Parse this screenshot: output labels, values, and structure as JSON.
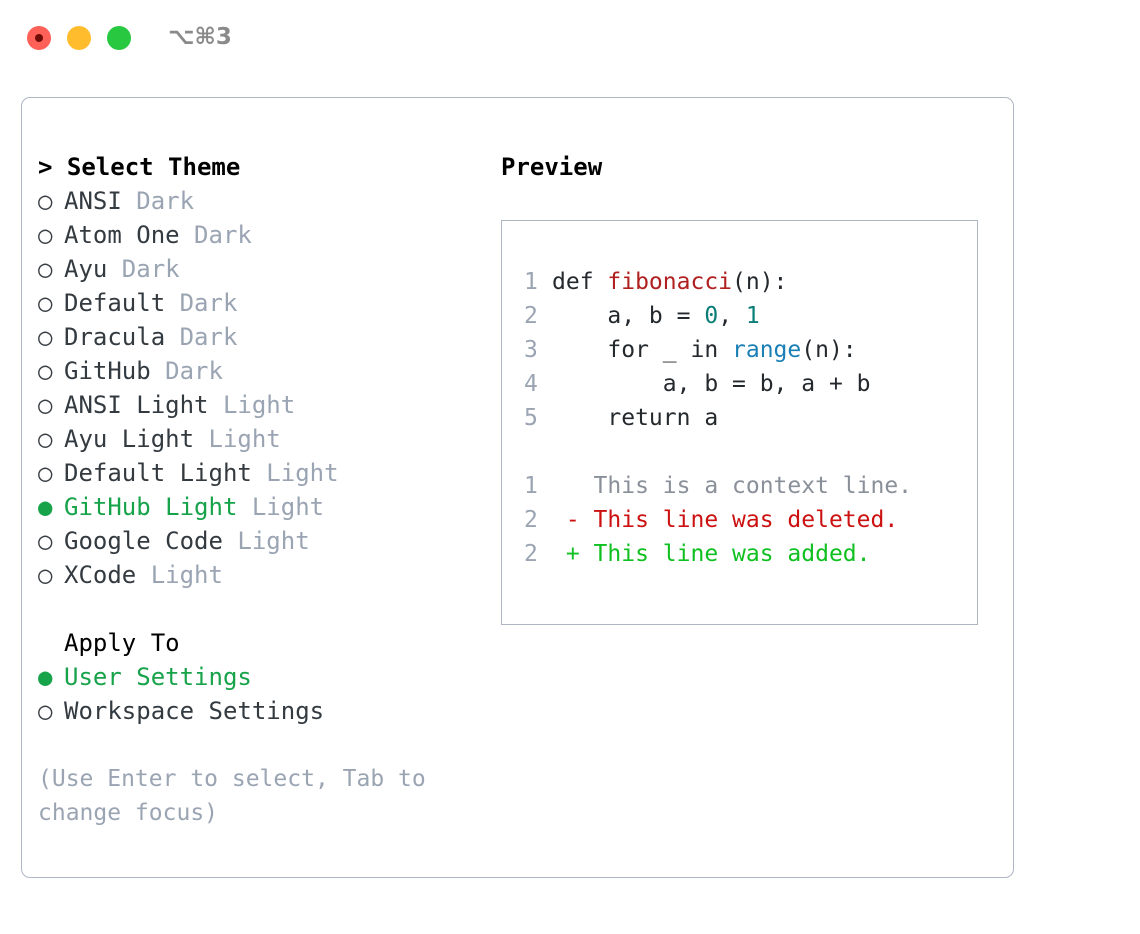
{
  "titlebar": {
    "shortcut": "⌥⌘3",
    "buttons": {
      "close": "close",
      "minimize": "minimize",
      "maximize": "maximize"
    }
  },
  "theme_picker": {
    "header": "> Select Theme",
    "bullet_unselected": "○",
    "bullet_selected": "●",
    "options": [
      {
        "mark": "○",
        "name": "ANSI",
        "tag": "Dark",
        "selected": false
      },
      {
        "mark": "○",
        "name": "Atom One",
        "tag": "Dark",
        "selected": false
      },
      {
        "mark": "○",
        "name": "Ayu",
        "tag": "Dark",
        "selected": false
      },
      {
        "mark": "○",
        "name": "Default",
        "tag": "Dark",
        "selected": false
      },
      {
        "mark": "○",
        "name": "Dracula",
        "tag": "Dark",
        "selected": false
      },
      {
        "mark": "○",
        "name": "GitHub",
        "tag": "Dark",
        "selected": false
      },
      {
        "mark": "○",
        "name": "ANSI Light",
        "tag": "Light",
        "selected": false
      },
      {
        "mark": "○",
        "name": "Ayu Light",
        "tag": "Light",
        "selected": false
      },
      {
        "mark": "○",
        "name": "Default Light",
        "tag": "Light",
        "selected": false
      },
      {
        "mark": "●",
        "name": "GitHub Light",
        "tag": "Light",
        "selected": true
      },
      {
        "mark": "○",
        "name": "Google Code",
        "tag": "Light",
        "selected": false
      },
      {
        "mark": "○",
        "name": "XCode",
        "tag": "Light",
        "selected": false
      }
    ]
  },
  "apply_to": {
    "header": "Apply To",
    "options": [
      {
        "mark": "●",
        "name": "User Settings",
        "selected": true
      },
      {
        "mark": "○",
        "name": "Workspace Settings",
        "selected": false
      }
    ]
  },
  "hint": "(Use Enter to select, Tab to change focus)",
  "preview": {
    "title": "Preview",
    "code_lines": [
      {
        "num": "1",
        "tokens": [
          {
            "t": "def ",
            "c": "plain"
          },
          {
            "t": "fibonacci",
            "c": "fn"
          },
          {
            "t": "(n):",
            "c": "plain"
          }
        ]
      },
      {
        "num": "2",
        "tokens": [
          {
            "t": "    a, b = ",
            "c": "plain"
          },
          {
            "t": "0",
            "c": "num"
          },
          {
            "t": ", ",
            "c": "plain"
          },
          {
            "t": "1",
            "c": "num"
          }
        ]
      },
      {
        "num": "3",
        "tokens": [
          {
            "t": "    for _ in ",
            "c": "plain"
          },
          {
            "t": "range",
            "c": "call"
          },
          {
            "t": "(n):",
            "c": "plain"
          }
        ]
      },
      {
        "num": "4",
        "tokens": [
          {
            "t": "        a, b = b, a + b",
            "c": "plain"
          }
        ]
      },
      {
        "num": "5",
        "tokens": [
          {
            "t": "    return a",
            "c": "plain"
          }
        ]
      }
    ],
    "diff_lines": [
      {
        "num": "1",
        "sign": " ",
        "text": "This is a context line.",
        "kind": "ctx"
      },
      {
        "num": "2",
        "sign": "-",
        "text": "This line was deleted.",
        "kind": "del"
      },
      {
        "num": "2",
        "sign": "+",
        "text": "This line was added.",
        "kind": "add"
      }
    ]
  },
  "colors": {
    "accent_green": "#16a34a",
    "muted": "#9aa4b2",
    "border": "#adb7c4",
    "diff_add": "#10c020",
    "diff_del": "#cc1111",
    "syntax_fn": "#b02020",
    "syntax_num": "#0a7d76",
    "syntax_call": "#1a7fb5"
  }
}
